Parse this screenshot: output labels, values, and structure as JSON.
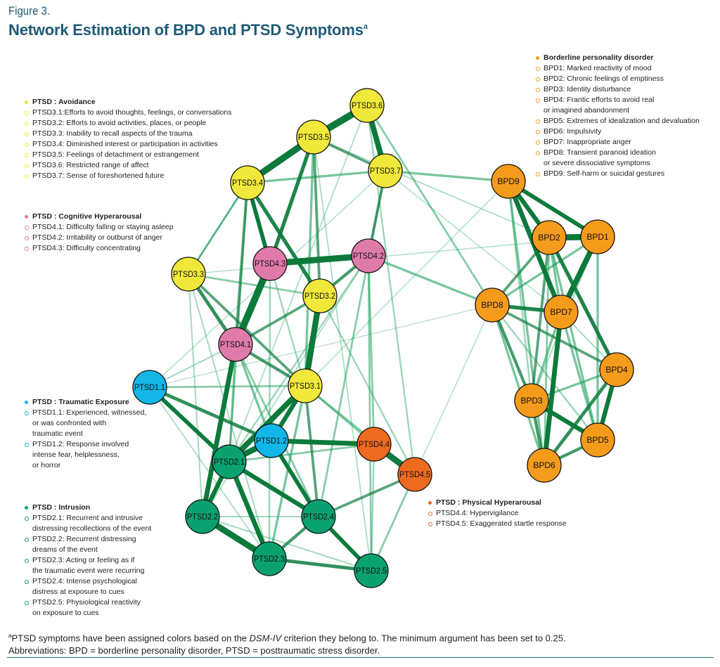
{
  "figure_label": "Figure 3.",
  "title": "Network Estimation of BPD and PTSD Symptoms",
  "title_superscript": "a",
  "colors": {
    "avoidance": "#f0e83a",
    "cognitive_hyperarousal": "#e07aab",
    "traumatic_exposure": "#12b6e8",
    "intrusion": "#0aa170",
    "physical_hyperarousal": "#ee6a1f",
    "bpd": "#f49b1c",
    "edge": "#0b7a3b",
    "title": "#1e5a78"
  },
  "legends": {
    "avoidance": {
      "heading": "PTSD : Avoidance",
      "items": [
        {
          "text": "PTSD3.1:Efforts to avoid thoughts, feelings, or conversations"
        },
        {
          "text": "PTSD3.2: Efforts to avoid activities, places, or people"
        },
        {
          "text": "PTSD3.3: Inability to recall aspects of the trauma"
        },
        {
          "text": "PTSD3.4: Diminished interest or participation in activities"
        },
        {
          "text": "PTSD3.5: Feelings of detachment or estrangement"
        },
        {
          "text": "PTSD3.6: Restricted range of affect"
        },
        {
          "text": "PTSD3.7: Sense of foreshortened future"
        }
      ]
    },
    "cognitive": {
      "heading": "PTSD : Cognitive Hyperarousal",
      "items": [
        {
          "text": "PTSD4.1: Difficulty falling or staying asleep"
        },
        {
          "text": "PTSD4.2: Irritability or outburst of anger"
        },
        {
          "text": "PTSD4.3: Difficulty concentrating"
        }
      ]
    },
    "bpd": {
      "heading": "Borderline personality disorder",
      "items": [
        {
          "text": "BPD1: Marked reactivity of mood"
        },
        {
          "text": "BPD2: Chronic feelings of emptiness"
        },
        {
          "text": "BPD3: Identity disturbance"
        },
        {
          "text": "BPD4: Frantic efforts to avoid real",
          "cont": "or imagined abandonment"
        },
        {
          "text": "BPD5: Extremes of idealization and devaluation"
        },
        {
          "text": "BPD6: Impulsivity"
        },
        {
          "text": "BPD7: Inappropriate anger"
        },
        {
          "text": "BPD8: Transient paranoid ideation",
          "cont": "or severe dissociative symptoms"
        },
        {
          "text": "BPD9: Self-harm or suicidal gestures"
        }
      ]
    },
    "exposure": {
      "heading": "PTSD : Traumatic Exposure",
      "items": [
        {
          "text": "PTSD1.1: Experienced, witnessed,",
          "cont": "or was confronted with",
          "cont2": "traumatic event"
        },
        {
          "text": "PTSD1.2: Response involved",
          "cont": "intense fear, helplessness,",
          "cont2": "or horror"
        }
      ]
    },
    "intrusion": {
      "heading": "PTSD : Intrusion",
      "items": [
        {
          "text": "PTSD2.1: Recurrent and intrusive",
          "cont": "distressing recollections of the event"
        },
        {
          "text": "PTSD2.2: Recurrent distressing",
          "cont": "dreams of the event"
        },
        {
          "text": "PTSD2.3: Acting or feeling as if",
          "cont": "the traumatic event were recurring"
        },
        {
          "text": "PTSD2.4: Intense psychological",
          "cont": "distress at exposure to cues"
        },
        {
          "text": "PTSD2.5: Physiological reactivity",
          "cont": "on exposure to cues"
        }
      ]
    },
    "physical": {
      "heading": "PTSD : Physical Hyperarousal",
      "items": [
        {
          "text": "PTSD4.4: Hypervigilance"
        },
        {
          "text": "PTSD4.5: Exaggerated startle response"
        }
      ]
    }
  },
  "network": {
    "nodes": [
      {
        "id": "PTSD3.6",
        "group": "avoidance"
      },
      {
        "id": "PTSD3.5",
        "group": "avoidance"
      },
      {
        "id": "PTSD3.7",
        "group": "avoidance"
      },
      {
        "id": "PTSD3.4",
        "group": "avoidance"
      },
      {
        "id": "PTSD3.3",
        "group": "avoidance"
      },
      {
        "id": "PTSD3.2",
        "group": "avoidance"
      },
      {
        "id": "PTSD3.1",
        "group": "avoidance"
      },
      {
        "id": "PTSD4.3",
        "group": "cognitive_hyperarousal"
      },
      {
        "id": "PTSD4.2",
        "group": "cognitive_hyperarousal"
      },
      {
        "id": "PTSD4.1",
        "group": "cognitive_hyperarousal"
      },
      {
        "id": "PTSD1.1",
        "group": "traumatic_exposure"
      },
      {
        "id": "PTSD1.2",
        "group": "traumatic_exposure"
      },
      {
        "id": "PTSD2.1",
        "group": "intrusion"
      },
      {
        "id": "PTSD2.2",
        "group": "intrusion"
      },
      {
        "id": "PTSD2.3",
        "group": "intrusion"
      },
      {
        "id": "PTSD2.4",
        "group": "intrusion"
      },
      {
        "id": "PTSD2.5",
        "group": "intrusion"
      },
      {
        "id": "PTSD4.4",
        "group": "physical_hyperarousal"
      },
      {
        "id": "PTSD4.5",
        "group": "physical_hyperarousal"
      },
      {
        "id": "BPD1",
        "group": "bpd"
      },
      {
        "id": "BPD2",
        "group": "bpd"
      },
      {
        "id": "BPD3",
        "group": "bpd"
      },
      {
        "id": "BPD4",
        "group": "bpd"
      },
      {
        "id": "BPD5",
        "group": "bpd"
      },
      {
        "id": "BPD6",
        "group": "bpd"
      },
      {
        "id": "BPD7",
        "group": "bpd"
      },
      {
        "id": "BPD8",
        "group": "bpd"
      },
      {
        "id": "BPD9",
        "group": "bpd"
      }
    ],
    "edges": [
      {
        "source": "PTSD3.5",
        "target": "PTSD3.6",
        "weight": 0.9
      },
      {
        "source": "PTSD3.4",
        "target": "PTSD3.5",
        "weight": 0.85
      },
      {
        "source": "PTSD3.6",
        "target": "PTSD3.7",
        "weight": 0.7
      },
      {
        "source": "PTSD4.3",
        "target": "PTSD4.2",
        "weight": 0.8
      },
      {
        "source": "PTSD4.3",
        "target": "PTSD4.1",
        "weight": 0.9
      },
      {
        "source": "PTSD3.2",
        "target": "PTSD3.1",
        "weight": 0.75
      },
      {
        "source": "PTSD3.1",
        "target": "PTSD2.1",
        "weight": 0.7
      },
      {
        "source": "PTSD3.1",
        "target": "PTSD1.2",
        "weight": 0.55
      },
      {
        "source": "PTSD1.2",
        "target": "PTSD2.1",
        "weight": 0.75
      },
      {
        "source": "PTSD1.2",
        "target": "PTSD4.4",
        "weight": 0.6
      },
      {
        "source": "PTSD4.4",
        "target": "PTSD4.5",
        "weight": 0.8
      },
      {
        "source": "PTSD2.2",
        "target": "PTSD2.3",
        "weight": 0.8
      },
      {
        "source": "PTSD2.1",
        "target": "PTSD2.3",
        "weight": 0.6
      },
      {
        "source": "PTSD2.1",
        "target": "PTSD2.4",
        "weight": 0.55
      },
      {
        "source": "PTSD2.1",
        "target": "PTSD2.2",
        "weight": 0.55
      },
      {
        "source": "PTSD4.1",
        "target": "PTSD2.2",
        "weight": 0.6
      },
      {
        "source": "PTSD1.1",
        "target": "PTSD2.1",
        "weight": 0.5
      },
      {
        "source": "PTSD1.1",
        "target": "PTSD1.2",
        "weight": 0.4
      },
      {
        "source": "PTSD2.4",
        "target": "PTSD2.5",
        "weight": 0.5
      },
      {
        "source": "PTSD2.3",
        "target": "PTSD2.5",
        "weight": 0.4
      },
      {
        "source": "PTSD1.2",
        "target": "PTSD2.4",
        "weight": 0.5
      },
      {
        "source": "PTSD2.3",
        "target": "PTSD2.4",
        "weight": 0.35
      },
      {
        "source": "PTSD3.4",
        "target": "PTSD4.3",
        "weight": 0.5
      },
      {
        "source": "PTSD3.4",
        "target": "PTSD3.2",
        "weight": 0.45
      },
      {
        "source": "PTSD3.5",
        "target": "PTSD4.3",
        "weight": 0.45
      },
      {
        "source": "PTSD3.3",
        "target": "PTSD4.1",
        "weight": 0.4
      },
      {
        "source": "PTSD4.1",
        "target": "PTSD3.1",
        "weight": 0.35
      },
      {
        "source": "PTSD3.3",
        "target": "PTSD3.1",
        "weight": 0.3
      },
      {
        "source": "PTSD4.2",
        "target": "PTSD3.2",
        "weight": 0.35
      },
      {
        "source": "PTSD3.7",
        "target": "PTSD4.2",
        "weight": 0.3
      },
      {
        "source": "PTSD3.5",
        "target": "PTSD3.7",
        "weight": 0.3
      },
      {
        "source": "PTSD3.5",
        "target": "PTSD3.2",
        "weight": 0.3
      },
      {
        "source": "PTSD3.4",
        "target": "PTSD3.7",
        "weight": 0.25
      },
      {
        "source": "PTSD3.4",
        "target": "PTSD4.1",
        "weight": 0.3
      },
      {
        "source": "PTSD4.1",
        "target": "PTSD3.2",
        "weight": 0.3
      },
      {
        "source": "PTSD4.5",
        "target": "PTSD2.4",
        "weight": 0.3
      },
      {
        "source": "PTSD3.1",
        "target": "PTSD2.4",
        "weight": 0.3
      },
      {
        "source": "PTSD3.1",
        "target": "PTSD2.3",
        "weight": 0.25
      },
      {
        "source": "PTSD3.5",
        "target": "PTSD3.1",
        "weight": 0.25
      },
      {
        "source": "PTSD3.3",
        "target": "PTSD3.4",
        "weight": 0.2
      },
      {
        "source": "PTSD3.3",
        "target": "PTSD3.2",
        "weight": 0.2
      },
      {
        "source": "PTSD4.1",
        "target": "PTSD1.2",
        "weight": 0.25
      },
      {
        "source": "PTSD4.2",
        "target": "PTSD4.4",
        "weight": 0.2
      },
      {
        "source": "PTSD4.2",
        "target": "BPD8",
        "weight": 0.25
      },
      {
        "source": "PTSD3.7",
        "target": "BPD9",
        "weight": 0.25
      },
      {
        "source": "PTSD3.6",
        "target": "BPD8",
        "weight": 0.2
      },
      {
        "source": "PTSD1.1",
        "target": "PTSD3.1",
        "weight": 0.2
      },
      {
        "source": "PTSD2.1",
        "target": "PTSD4.4",
        "weight": 0.2
      },
      {
        "source": "PTSD4.5",
        "target": "PTSD2.5",
        "weight": 0.2
      },
      {
        "source": "PTSD4.2",
        "target": "PTSD2.5",
        "weight": 0.2
      },
      {
        "source": "PTSD3.7",
        "target": "PTSD2.4",
        "weight": 0.2
      },
      {
        "source": "PTSD3.6",
        "target": "PTSD4.5",
        "weight": 0.15
      },
      {
        "source": "PTSD3.2",
        "target": "PTSD4.5",
        "weight": 0.15
      },
      {
        "source": "PTSD1.1",
        "target": "PTSD4.1",
        "weight": 0.12
      },
      {
        "source": "PTSD1.1",
        "target": "PTSD2.3",
        "weight": 0.1
      },
      {
        "source": "PTSD3.6",
        "target": "PTSD2.1",
        "weight": 0.1
      },
      {
        "source": "PTSD3.7",
        "target": "PTSD1.1",
        "weight": 0.08
      },
      {
        "source": "PTSD3.7",
        "target": "BPD7",
        "weight": 0.08
      },
      {
        "source": "PTSD3.5",
        "target": "PTSD2.5",
        "weight": 0.1
      },
      {
        "source": "PTSD4.3",
        "target": "PTSD2.3",
        "weight": 0.15
      },
      {
        "source": "PTSD4.3",
        "target": "PTSD3.1",
        "weight": 0.15
      },
      {
        "source": "PTSD4.2",
        "target": "PTSD2.1",
        "weight": 0.15
      },
      {
        "source": "PTSD4.2",
        "target": "PTSD2.2",
        "weight": 0.1
      },
      {
        "source": "PTSD3.3",
        "target": "PTSD2.3",
        "weight": 0.12
      },
      {
        "source": "PTSD3.3",
        "target": "PTSD2.2",
        "weight": 0.12
      },
      {
        "source": "PTSD4.4",
        "target": "PTSD2.5",
        "weight": 0.15
      },
      {
        "source": "PTSD4.4",
        "target": "PTSD3.1",
        "weight": 0.2
      },
      {
        "source": "PTSD4.5",
        "target": "PTSD3.1",
        "weight": 0.2
      },
      {
        "source": "PTSD4.5",
        "target": "BPD8",
        "weight": 0.08
      },
      {
        "source": "PTSD2.2",
        "target": "PTSD2.4",
        "weight": 0.12
      },
      {
        "source": "PTSD2.2",
        "target": "PTSD2.5",
        "weight": 0.12
      },
      {
        "source": "PTSD3.4",
        "target": "PTSD2.1",
        "weight": 0.2
      },
      {
        "source": "PTSD3.4",
        "target": "PTSD3.3",
        "weight": 0.18
      },
      {
        "source": "PTSD4.1",
        "target": "PTSD2.4",
        "weight": 0.2
      },
      {
        "source": "PTSD4.1",
        "target": "PTSD2.1",
        "weight": 0.2
      },
      {
        "source": "BPD2",
        "target": "BPD1",
        "weight": 0.8
      },
      {
        "source": "BPD9",
        "target": "BPD7",
        "weight": 0.6
      },
      {
        "source": "BPD9",
        "target": "BPD2",
        "weight": 0.55
      },
      {
        "source": "BPD9",
        "target": "BPD1",
        "weight": 0.5
      },
      {
        "source": "BPD1",
        "target": "BPD7",
        "weight": 0.7
      },
      {
        "source": "BPD7",
        "target": "BPD6",
        "weight": 0.6
      },
      {
        "source": "BPD3",
        "target": "BPD5",
        "weight": 0.55
      },
      {
        "source": "BPD4",
        "target": "BPD5",
        "weight": 0.55
      },
      {
        "source": "BPD2",
        "target": "BPD4",
        "weight": 0.45
      },
      {
        "source": "BPD8",
        "target": "BPD7",
        "weight": 0.45
      },
      {
        "source": "BPD4",
        "target": "BPD6",
        "weight": 0.4
      },
      {
        "source": "BPD8",
        "target": "BPD3",
        "weight": 0.35
      },
      {
        "source": "BPD3",
        "target": "BPD6",
        "weight": 0.35
      },
      {
        "source": "BPD5",
        "target": "BPD6",
        "weight": 0.35
      },
      {
        "source": "BPD2",
        "target": "BPD8",
        "weight": 0.3
      },
      {
        "source": "BPD2",
        "target": "BPD3",
        "weight": 0.3
      },
      {
        "source": "BPD2",
        "target": "BPD5",
        "weight": 0.25
      },
      {
        "source": "BPD2",
        "target": "BPD7",
        "weight": 0.25
      },
      {
        "source": "BPD8",
        "target": "BPD4",
        "weight": 0.3
      },
      {
        "source": "BPD4",
        "target": "BPD3",
        "weight": 0.25
      },
      {
        "source": "BPD1",
        "target": "BPD5",
        "weight": 0.25
      },
      {
        "source": "BPD1",
        "target": "BPD8",
        "weight": 0.25
      },
      {
        "source": "BPD9",
        "target": "BPD6",
        "weight": 0.25
      },
      {
        "source": "BPD7",
        "target": "BPD3",
        "weight": 0.25
      },
      {
        "source": "BPD7",
        "target": "BPD5",
        "weight": 0.25
      },
      {
        "source": "BPD8",
        "target": "BPD6",
        "weight": 0.25
      },
      {
        "source": "BPD8",
        "target": "BPD5",
        "weight": 0.15
      },
      {
        "source": "BPD7",
        "target": "BPD4",
        "weight": 0.12
      },
      {
        "source": "BPD9",
        "target": "BPD3",
        "weight": 0.15
      },
      {
        "source": "BPD1",
        "target": "BPD3",
        "weight": 0.12
      },
      {
        "source": "BPD2",
        "target": "BPD6",
        "weight": 0.2
      },
      {
        "source": "BPD1",
        "target": "PTSD3.3",
        "weight": 0.08
      },
      {
        "source": "BPD9",
        "target": "PTSD3.1",
        "weight": 0.08
      },
      {
        "source": "BPD8",
        "target": "PTSD1.1",
        "weight": 0.06
      },
      {
        "source": "BPD2",
        "target": "PTSD3.5",
        "weight": 0.1
      }
    ]
  },
  "footnote": {
    "superscript": "a",
    "line1_part1": "PTSD symptoms have been assigned colors based on the ",
    "line1_italic": "DSM-IV",
    "line1_part2": " criterion they belong to. The minimum argument has been set to 0.25.",
    "line2": "Abbreviations: BPD = borderline personality disorder, PTSD = posttraumatic stress disorder."
  }
}
